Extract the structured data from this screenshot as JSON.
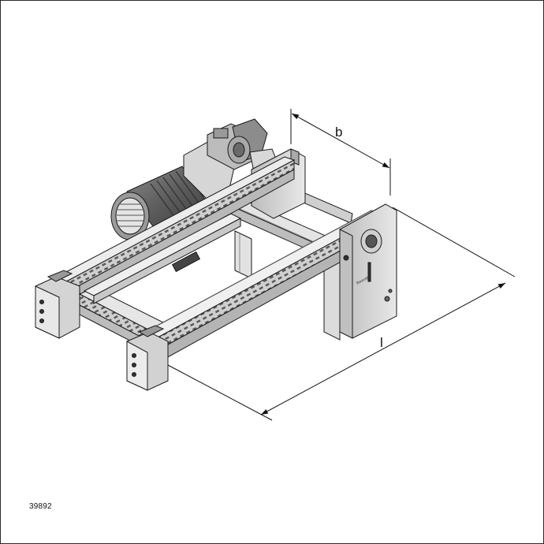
{
  "drawing": {
    "dimension_width_label": "b",
    "dimension_length_label": "l",
    "figure_number": "39892",
    "logo_text": "Rexroth"
  },
  "colors": {
    "frame": "#2a2a2a",
    "steel": "#d8d8d8",
    "steel_dark": "#9a9a9a",
    "outline": "#1a1a1a",
    "motor": "#6e6e6e"
  }
}
